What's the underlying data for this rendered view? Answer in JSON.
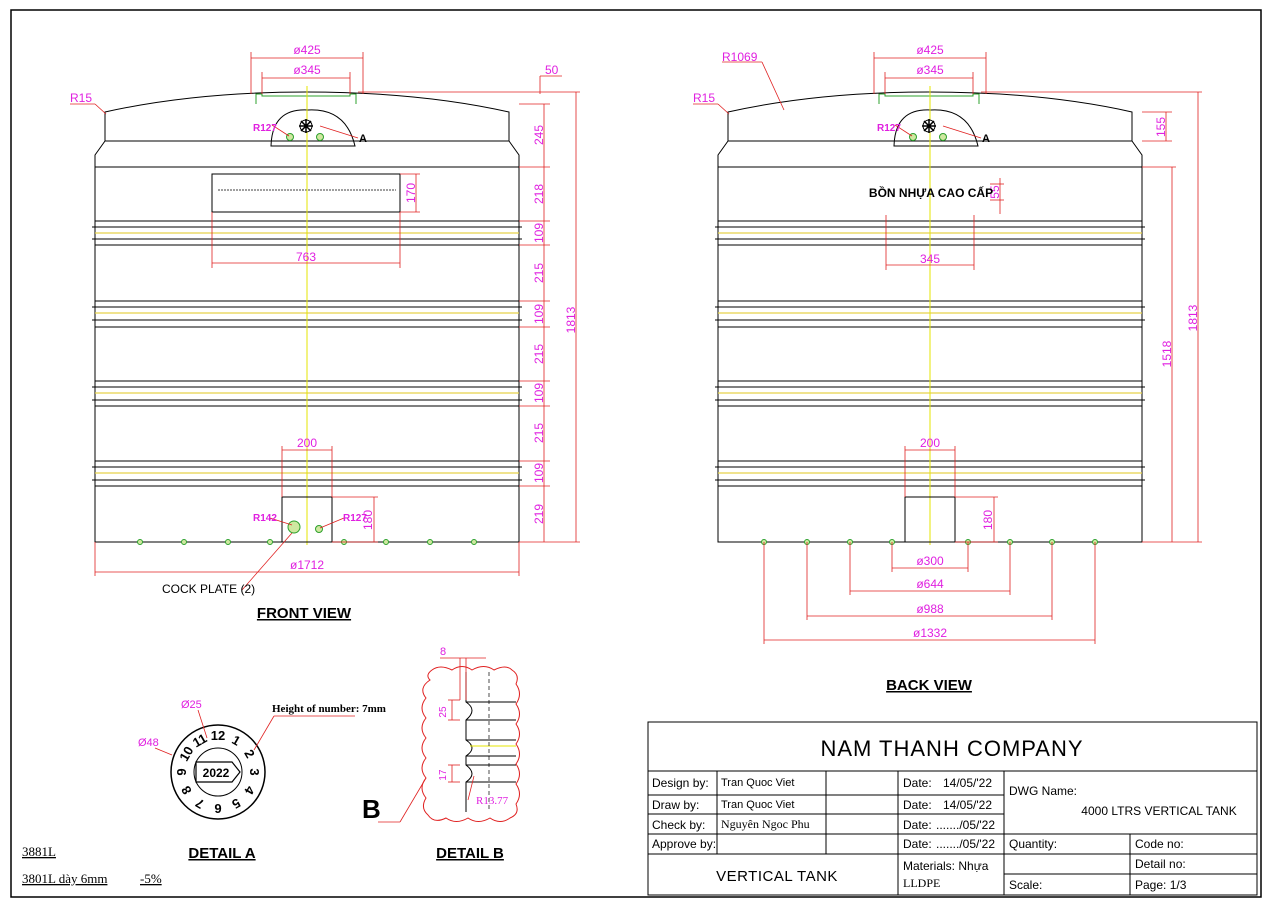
{
  "views": {
    "front": {
      "title": "FRONT VIEW",
      "dims": {
        "top_outer": "ø425",
        "top_inner": "ø345",
        "r15": "R15",
        "d50": "50",
        "h245": "245",
        "h218": "218",
        "h109a": "109",
        "h215a": "215",
        "h109b": "109",
        "h215b": "215",
        "h109c": "109",
        "h215c": "215",
        "h109d": "109",
        "h219": "219",
        "total": "1813",
        "label_w": "763",
        "label_h": "170",
        "outlet_w": "200",
        "outlet_h": "180",
        "base": "ø1712",
        "r27_top": "R127",
        "r42": "R142",
        "r27_low": "R127"
      },
      "marker_a": "A",
      "cock_plate": "COCK PLATE (2)"
    },
    "back": {
      "title": "BACK VIEW",
      "dims": {
        "r1069": "R1069",
        "r15": "R15",
        "top_outer": "ø425",
        "top_inner": "ø345",
        "h155": "155",
        "total": "1813",
        "body": "1518",
        "text_h": "55",
        "text_w": "345",
        "outlet_w": "200",
        "outlet_h": "180",
        "d300": "ø300",
        "d644": "ø644",
        "d988": "ø988",
        "d1332": "ø1332",
        "r27": "R127"
      },
      "marker_a": "A",
      "brand_text": "BỒN NHỰA CAO CẤP"
    },
    "detail_a": {
      "title": "DETAIL A",
      "d25": "Ø25",
      "d48": "Ø48",
      "height_note": "Height of number: 7mm",
      "year": "2022",
      "numbers": [
        "12",
        "1",
        "2",
        "3",
        "4",
        "5",
        "6",
        "7",
        "8",
        "9",
        "10",
        "11"
      ]
    },
    "detail_b": {
      "title": "DETAIL B",
      "marker": "B",
      "d8": "8",
      "d25": "25",
      "d17": "17",
      "r1377": "R13.77"
    }
  },
  "notes": {
    "line1": "3881L",
    "line2": "3801L dày 6mm",
    "line3": "-5%"
  },
  "title_block": {
    "company": "NAM THANH COMPANY",
    "design_by_label": "Design by:",
    "design_by": "Tran Quoc Viet",
    "draw_by_label": "Draw by:",
    "draw_by": "Tran Quoc Viet",
    "check_by_label": "Check by:",
    "check_by": "Nguyên Ngoc Phu",
    "approve_by_label": "Approve by:",
    "date_label": "Date:",
    "date1": "14/05/'22",
    "date2": "14/05/'22",
    "date3": "......./05/'22",
    "date4": "......./05/'22",
    "dwg_name_label": "DWG Name:",
    "dwg_name": "4000 LTRS VERTICAL TANK",
    "product": "VERTICAL TANK",
    "materials_label": "Materials: Nhựa",
    "materials": "LLDPE",
    "quantity_label": "Quantity:",
    "scale_label": "Scale:",
    "code_label": "Code no:",
    "detail_label": "Detail no:",
    "page": "Page: 1/3"
  }
}
